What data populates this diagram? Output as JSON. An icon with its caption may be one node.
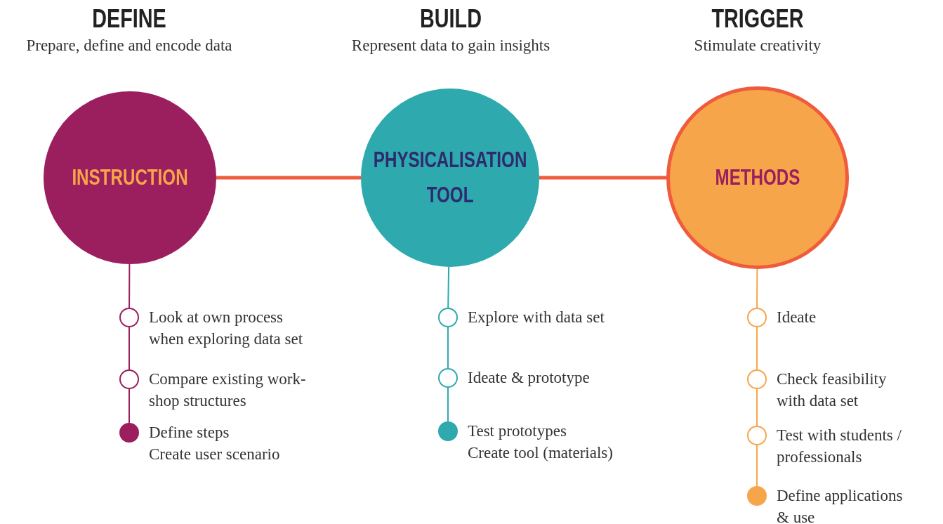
{
  "diagram": {
    "nodes": [
      {
        "text": [
          "INSTRUCTION"
        ]
      },
      {
        "text": [
          "PHYSICALISATION TOOL"
        ]
      },
      {
        "text": [
          "METHODS"
        ]
      },
      {
        "text": [],
        "shape": "circle",
        "beside": [
          "Look at own process when exploring data set"
        ]
      },
      {
        "text": [],
        "shape": "circle",
        "beside": [
          "Compare existing work-shop structures"
        ]
      },
      {
        "text": [],
        "shape": "dot",
        "beside": [
          "Define steps",
          "Create user scenario"
        ]
      },
      {
        "text": [],
        "shape": "circle",
        "beside": [
          "Explore with data set"
        ]
      },
      {
        "text": [],
        "shape": "circle",
        "beside": [
          "Ideate & prototype"
        ]
      },
      {
        "text": [],
        "shape": "dot",
        "beside": [
          "Test prototypes",
          "Create tool (materials)"
        ]
      },
      {
        "text": [],
        "shape": "circle",
        "beside": [
          "Ideate"
        ]
      },
      {
        "text": [],
        "shape": "circle",
        "beside": [
          "Check feasibility with data set"
        ]
      },
      {
        "text": [],
        "shape": "circle",
        "beside": [
          "Test with students / professionals"
        ]
      },
      {
        "text": [],
        "shape": "dot",
        "beside": [
          "Define applications & use"
        ]
      }
    ],
    "edges": [
      {
        "from": 0,
        "to": 1,
        "arrow": "none",
        "color": "#ef5b3c",
        "style": "thick"
      },
      {
        "from": 1,
        "to": 2,
        "arrow": "none",
        "color": "#ef5b3c",
        "style": "thick"
      },
      {
        "from": 0,
        "to": 3,
        "arrow": "none",
        "color": "#9b1f5e"
      },
      {
        "from": 3,
        "to": 4,
        "arrow": "none",
        "color": "#9b1f5e"
      },
      {
        "from": 4,
        "to": 5,
        "arrow": "none",
        "color": "#9b1f5e"
      },
      {
        "from": 1,
        "to": 6,
        "arrow": "none",
        "color": "#2ea9ae"
      },
      {
        "from": 6,
        "to": 7,
        "arrow": "none",
        "color": "#2ea9ae"
      },
      {
        "from": 7,
        "to": 8,
        "arrow": "none",
        "color": "#2ea9ae"
      },
      {
        "from": 2,
        "to": 9,
        "arrow": "none",
        "color": "#f7a54a"
      },
      {
        "from": 9,
        "to": 10,
        "arrow": "none",
        "color": "#f7a54a"
      },
      {
        "from": 10,
        "to": 11,
        "arrow": "none",
        "color": "#f7a54a"
      },
      {
        "from": 11,
        "to": 12,
        "arrow": "none",
        "color": "#f7a54a"
      }
    ],
    "labels": [
      "DEFINE",
      "Prepare, define and encode data",
      "BUILD",
      "Represent data to gain insights",
      "TRIGGER",
      "Stimulate creativity"
    ]
  }
}
